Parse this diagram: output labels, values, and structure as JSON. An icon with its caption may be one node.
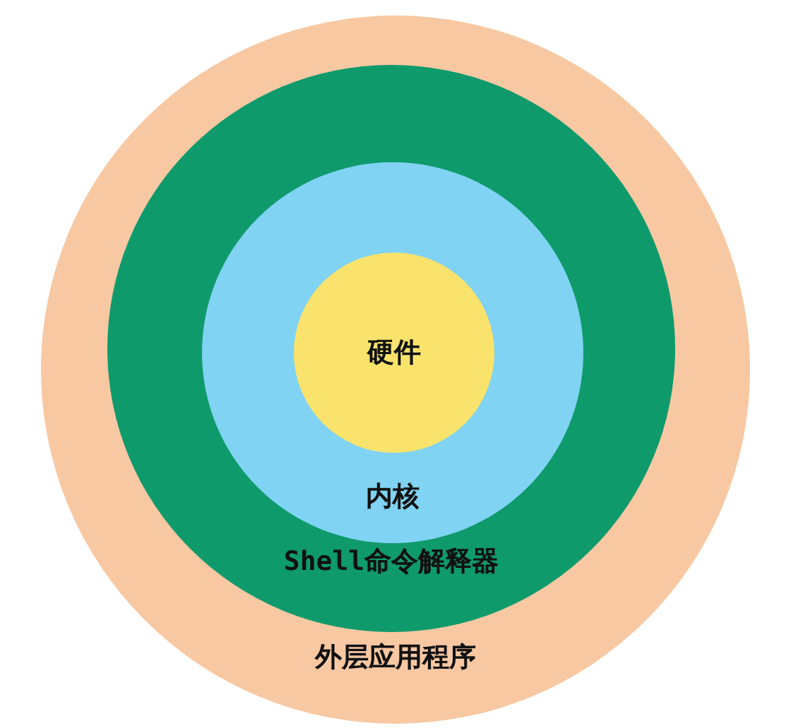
{
  "diagram": {
    "nodes": [
      {
        "text": [
          "外层应用程序"
        ]
      },
      {
        "text": [
          "Shell命令解释器"
        ],
        "in": 0
      },
      {
        "text": [
          "内核"
        ],
        "in": 1
      },
      {
        "text": [
          "硬件"
        ],
        "in": 2
      }
    ]
  }
}
